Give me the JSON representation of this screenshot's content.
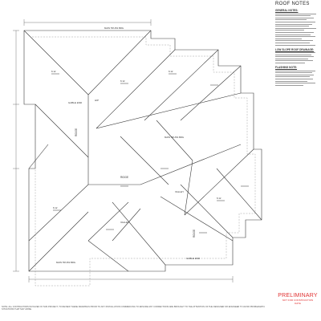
{
  "notes": {
    "title": "ROOF NOTES",
    "general_heading": "GENERAL NOTES:",
    "low_slope_heading": "LOW SLOPE ROOF DRAINAGE:",
    "flashing_heading": "FLASHING NOTE:"
  },
  "plan_labels": {
    "ridge": "RIDGE",
    "valley": "VALLEY",
    "hip": "HIP",
    "gable_end": "GABLE END",
    "main_truss_brg": "MAIN TRUSS BRG",
    "slope": "6:12"
  },
  "stamp": {
    "main": "PRELIMINARY",
    "sub": "NOT FOR CONSTRUCTION",
    "sub2": "DATE"
  },
  "footer": {
    "text": "NOTE: ALL CONTRACTORS INVOLVED IN THIS PROJECT, TO REVIEW THESE DRAWINGS PRIOR TO ANY INSTALLATION COMMENCING TO ENSURE ANY CORRECTIONS ARE BROUGHT TO THE ATTENTION OF THE DESIGNER OR ENGINEER TO AVOID PROBLEMATIC SITUATIONS THAT MAY ARISE."
  }
}
